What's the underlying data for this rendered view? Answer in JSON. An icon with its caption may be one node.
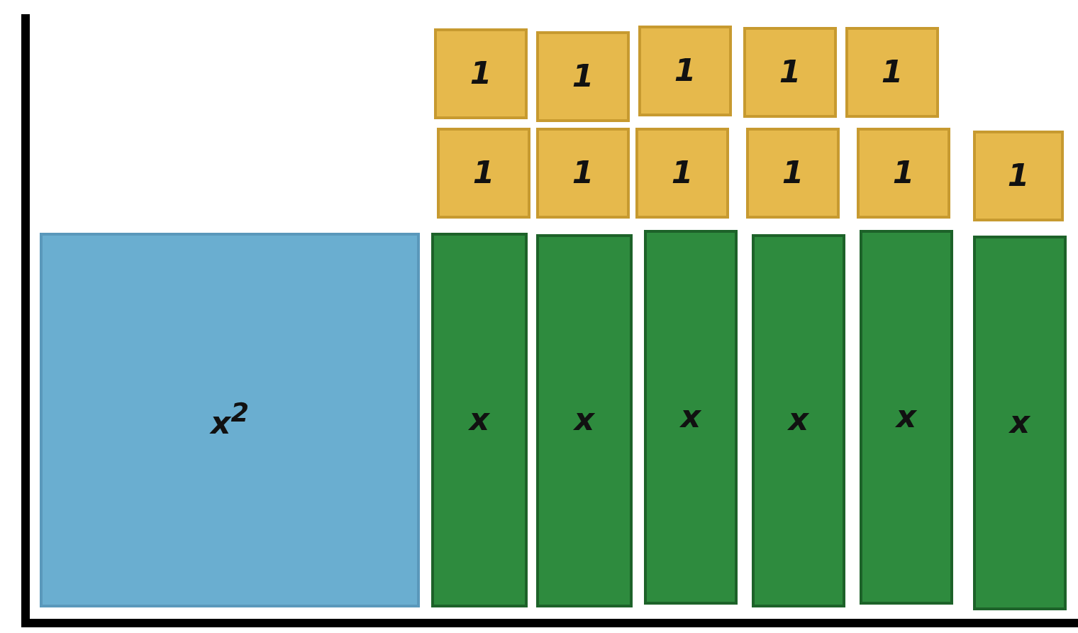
{
  "diagram": {
    "nodes": [
      {
        "text": [
          "1"
        ]
      },
      {
        "text": [
          "1"
        ]
      },
      {
        "text": [
          "1"
        ]
      },
      {
        "text": [
          "1"
        ]
      },
      {
        "text": [
          "1"
        ]
      },
      {
        "text": [
          "1"
        ]
      },
      {
        "text": [
          "1"
        ]
      },
      {
        "text": [
          "1"
        ]
      },
      {
        "text": [
          "1"
        ]
      },
      {
        "text": [
          "1"
        ]
      },
      {
        "text": [
          "1"
        ]
      },
      {
        "text": [
          "x$^{2}$"
        ]
      },
      {
        "text": [
          "x"
        ]
      },
      {
        "text": [
          "x"
        ]
      },
      {
        "text": [
          "x"
        ]
      },
      {
        "text": [
          "x"
        ]
      },
      {
        "text": [
          "x"
        ]
      },
      {
        "text": [
          "x"
        ]
      }
    ]
  }
}
